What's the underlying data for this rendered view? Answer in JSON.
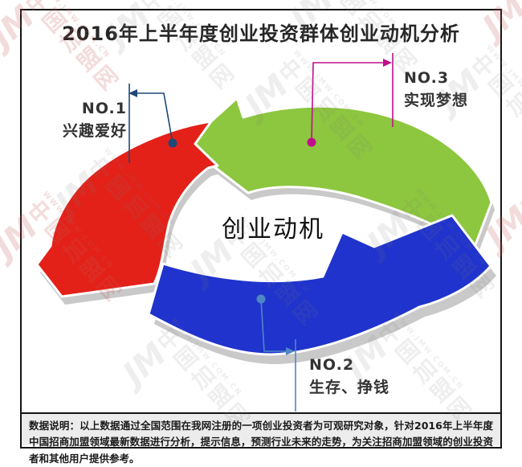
{
  "title": "2016年上半年度创业投资群体创业动机分析",
  "center_label": "创业动机",
  "motivations": [
    {
      "rank": "NO.1",
      "label": "兴趣爱好",
      "arrow_color": "#e32119",
      "callout_color": "#1e4876"
    },
    {
      "rank": "NO.2",
      "label": "生存、挣钱",
      "arrow_color": "#2033cc",
      "callout_color": "#4f86c6"
    },
    {
      "rank": "NO.3",
      "label": "实现梦想",
      "arrow_color": "#8dc63f",
      "callout_color": "#c00f8c"
    }
  ],
  "footnote": "数据说明：以上数据通过全国范围在我网注册的一项创业投资者为可观研究对象，针对2016年上半年度中国招商加盟领域最新数据进行分析，提示信息，预测行业未来的走势，为关注招商加盟领域的创业投资者和其他用户提供参考。",
  "watermark": {
    "logo": "JM",
    "brand": "中国加盟网",
    "url": "WWW.JMW.COM.CN"
  },
  "colors": {
    "shadow": "#c9c9c9",
    "frame": "#141414",
    "footnote_bg": "#ececec"
  },
  "diagram": {
    "type": "cycle",
    "segments": [
      {
        "position": "left",
        "rank": "NO.1",
        "label": "兴趣爱好",
        "color_name": "red"
      },
      {
        "position": "bottom",
        "rank": "NO.2",
        "label": "生存、挣钱",
        "color_name": "blue"
      },
      {
        "position": "top",
        "rank": "NO.3",
        "label": "实现梦想",
        "color_name": "green"
      }
    ]
  }
}
